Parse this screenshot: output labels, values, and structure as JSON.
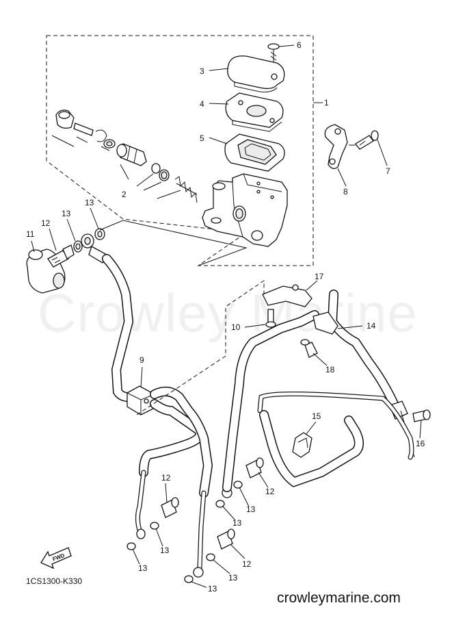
{
  "watermark": "Crowley Marine",
  "diagram_code": "1CS1300-K330",
  "site_url": "crowleymarine.com",
  "fwd_label": "FWD",
  "callouts": {
    "c1": "1",
    "c2": "2",
    "c3": "3",
    "c4": "4",
    "c5": "5",
    "c6": "6",
    "c7": "7",
    "c8": "8",
    "c9": "9",
    "c10": "10",
    "c11": "11",
    "c12a": "12",
    "c12b": "12",
    "c12c": "12",
    "c12d": "12",
    "c13a": "13",
    "c13b": "13",
    "c13c": "13",
    "c13d": "13",
    "c13e": "13",
    "c13f": "13",
    "c13g": "13",
    "c13h": "13",
    "c14": "14",
    "c15": "15",
    "c16": "16",
    "c17": "17",
    "c18": "18"
  }
}
